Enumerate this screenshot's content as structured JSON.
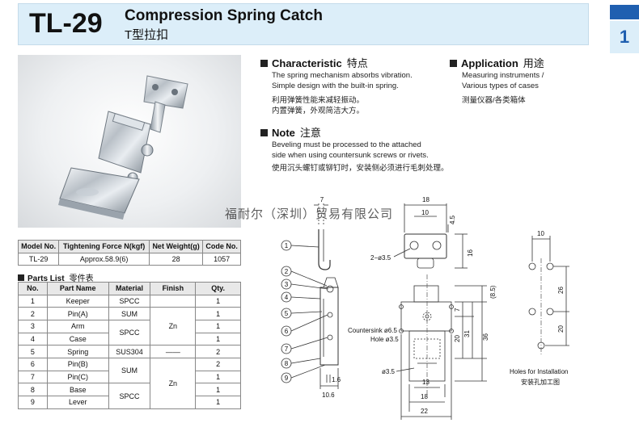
{
  "header": {
    "model_code": "TL-29",
    "title": "Compression Spring Catch",
    "subtitle": "T型拉扣",
    "chapter_number": "1"
  },
  "characteristic": {
    "heading": "Characteristic",
    "heading_cn": "特点",
    "lines": [
      "The spring mechanism absorbs vibration.",
      "Simple design with the built-in spring.",
      "利用弹簧性能来减轻振动。",
      "内置弹簧，外观简洁大方。"
    ]
  },
  "application": {
    "heading": "Application",
    "heading_cn": "用途",
    "lines": [
      "Measuring instruments /",
      "Various types of cases",
      "测量仪器/各类箱体"
    ]
  },
  "note": {
    "heading": "Note",
    "heading_cn": "注意",
    "lines": [
      "Beveling must be processed to the attached",
      "side when using countersunk screws or rivets.",
      "使用沉头螺钉或铆钉时，安装侧必须进行毛刺处理。"
    ]
  },
  "watermark": "福耐尔（深圳）贸易有限公司",
  "spec_table": {
    "headers": [
      "Model No.",
      "Tightening Force N(kgf)",
      "Net Weight(g)",
      "Code No."
    ],
    "row": [
      "TL-29",
      "Approx.58.9(6)",
      "28",
      "1057"
    ]
  },
  "parts_list": {
    "heading": "Parts List",
    "heading_cn": "零件表",
    "headers": [
      "No.",
      "Part Name",
      "Material",
      "Finish",
      "Qty."
    ],
    "rows": [
      {
        "no": "1",
        "name": "Keeper",
        "material": "SPCC",
        "qty": "1"
      },
      {
        "no": "2",
        "name": "Pin(A)",
        "material": "SUM",
        "qty": "1"
      },
      {
        "no": "3",
        "name": "Arm",
        "material": "SPCC",
        "qty": "1"
      },
      {
        "no": "4",
        "name": "Case",
        "material": "",
        "qty": "1"
      },
      {
        "no": "5",
        "name": "Spring",
        "material": "SUS304",
        "qty": "2"
      },
      {
        "no": "6",
        "name": "Pin(B)",
        "material": "SUM",
        "qty": "2"
      },
      {
        "no": "7",
        "name": "Pin(C)",
        "material": "",
        "qty": "1"
      },
      {
        "no": "8",
        "name": "Base",
        "material": "SPCC",
        "qty": "1"
      },
      {
        "no": "9",
        "name": "Lever",
        "material": "",
        "qty": "1"
      }
    ],
    "finish_zn": "Zn",
    "finish_dash": "——"
  },
  "drawing": {
    "part_numbers": [
      "1",
      "2",
      "3",
      "4",
      "5",
      "6",
      "7",
      "8",
      "9"
    ],
    "dim_7": "7",
    "dim_1_6": "1.6",
    "dim_10_6": "10.6",
    "keeper_18": "18",
    "keeper_10": "10",
    "keeper_4_5": "4.5",
    "keeper_16": "16",
    "keeper_holes": "2−ø3.5",
    "front_8_5": "(8.5)",
    "front_7": "7",
    "front_20": "20",
    "front_31": "31",
    "front_36": "36",
    "front_countersink": "Countersink ø6.5",
    "front_hole": "Hole ø3.5",
    "front_phi": "ø3.5",
    "front_13": "13",
    "front_18": "18",
    "front_22": "22",
    "inst_10": "10",
    "inst_26": "26",
    "inst_20": "20",
    "inst_label": "Holes for Installation",
    "inst_label_cn": "安装孔加工图"
  }
}
